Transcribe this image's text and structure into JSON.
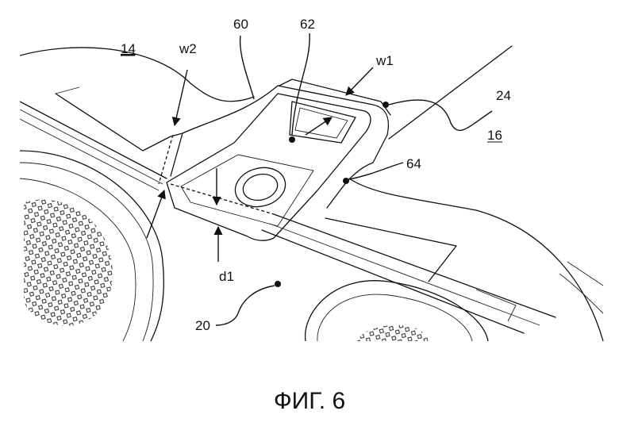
{
  "labels": {
    "l14": "14",
    "lw2": "w2",
    "l60": "60",
    "l62": "62",
    "lw1": "w1",
    "l24": "24",
    "l16": "16",
    "l64": "64",
    "ld1": "d1",
    "l20": "20"
  },
  "caption": "ФИГ. 6"
}
